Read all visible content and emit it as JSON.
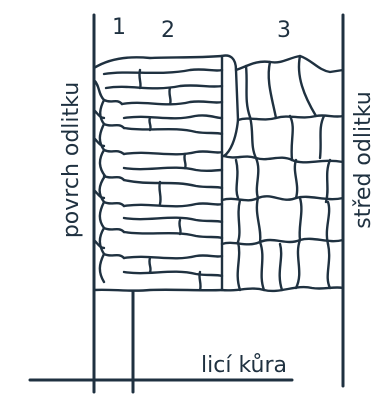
{
  "diagram": {
    "zone_labels": [
      "1",
      "2",
      "3"
    ],
    "left_label": "povrch odlitku",
    "right_label": "střed odlitku",
    "bottom_label": "licí kůra",
    "colors": {
      "ink": "#1f3140",
      "background": "#ffffff"
    }
  }
}
